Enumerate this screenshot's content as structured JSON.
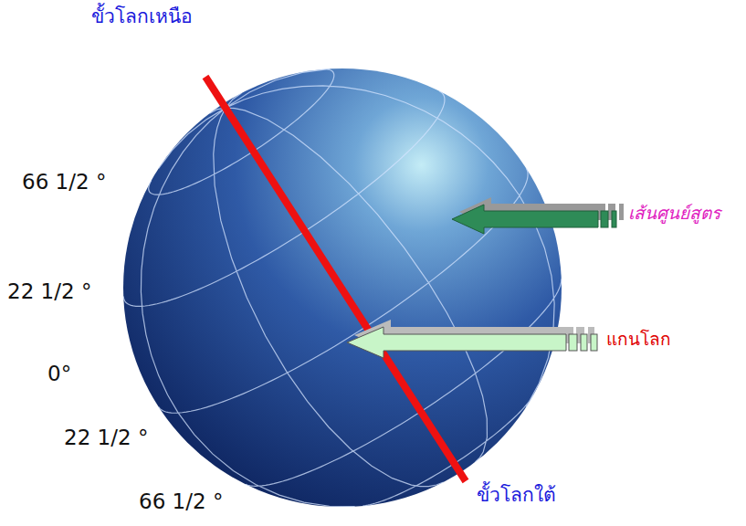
{
  "diagram": {
    "labels": [
      "ขั้วโลกเหนือ",
      "66 1/2 °",
      "22 1/2 °",
      "0°",
      "22 1/2 °",
      "66 1/2 °",
      "เส้นศูนย์สูตร",
      "แกนโลก",
      "ขั้วโลกใต้"
    ]
  }
}
